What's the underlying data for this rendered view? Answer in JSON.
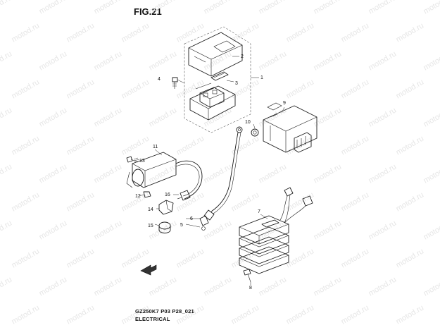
{
  "figure": {
    "title": "FIG.21",
    "model_code": "GZ250K7 P03 P28_021",
    "section": "ELECTRICAL"
  },
  "watermark": {
    "text": "motod.ru",
    "color": "#e6e6e6"
  },
  "callouts": [
    {
      "key": "1",
      "label": "1"
    },
    {
      "key": "2",
      "label": "2"
    },
    {
      "key": "3",
      "label": "3"
    },
    {
      "key": "4",
      "label": "4"
    },
    {
      "key": "5",
      "label": "5"
    },
    {
      "key": "6",
      "label": "6"
    },
    {
      "key": "7",
      "label": "7"
    },
    {
      "key": "8",
      "label": "8"
    },
    {
      "key": "9",
      "label": "9"
    },
    {
      "key": "10",
      "label": "10"
    },
    {
      "key": "11",
      "label": "11"
    },
    {
      "key": "12",
      "label": "12"
    },
    {
      "key": "13",
      "label": "13"
    },
    {
      "key": "14",
      "label": "14"
    },
    {
      "key": "15",
      "label": "15"
    },
    {
      "key": "16",
      "label": "16"
    }
  ],
  "icons": {
    "front_arrow": "front-arrow-icon"
  }
}
